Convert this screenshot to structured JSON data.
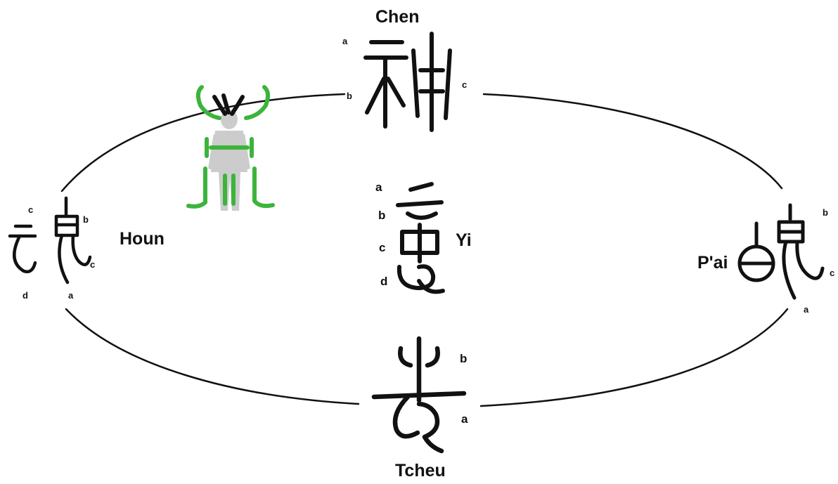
{
  "labels": {
    "chen": "Chen",
    "houn": "Houn",
    "yi": "Yi",
    "pai": "P'ai",
    "tcheu": "Tcheu"
  },
  "markers": {
    "chen": [
      "a",
      "b",
      "c"
    ],
    "houn": [
      "a",
      "b",
      "c",
      "c",
      "d"
    ],
    "yi": [
      "a",
      "b",
      "c",
      "d"
    ],
    "pai": [
      "a",
      "b",
      "c"
    ],
    "tcheu": [
      "a",
      "b"
    ]
  },
  "colors": {
    "ink": "#111111",
    "figure_green": "#3cb43c",
    "figure_grey": "#cccccc"
  },
  "icons": {
    "chen": "seal-script-chen-glyph",
    "houn": "seal-script-houn-glyph",
    "yi": "seal-script-yi-glyph",
    "pai": "seal-script-pai-glyph",
    "tcheu": "seal-script-tcheu-glyph",
    "figure": "human-figure-icon"
  }
}
